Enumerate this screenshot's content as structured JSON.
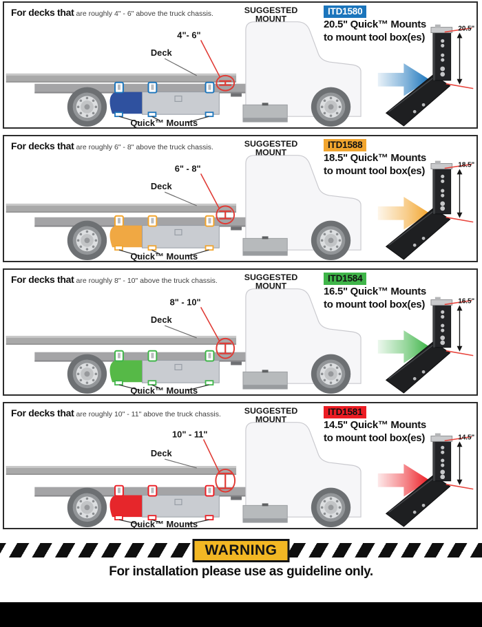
{
  "panels": [
    {
      "id_badge": "ITD1580",
      "header_bold": "For decks that",
      "header_rest": "are roughly 4\" - 6\" above the truck chassis.",
      "range_label": "4\"- 6\"",
      "deck_label": "Deck",
      "quick_mounts_label": "Quick™ Mounts",
      "suggested_mount_line1": "SUGGESTED",
      "suggested_mount_line2": "MOUNT",
      "product_line1": "20.5\" Quick™ Mounts",
      "product_line2": "to mount tool box(es)",
      "mount_height_label": "20.5\"",
      "colors": {
        "accent": "#1b75bc",
        "mount": "#2f519f",
        "badge_text": "#ffffff"
      }
    },
    {
      "id_badge": "ITD1588",
      "header_bold": "For decks that",
      "header_rest": "are roughly 6\" - 8\" above the truck chassis.",
      "range_label": "6\" - 8\"",
      "deck_label": "Deck",
      "quick_mounts_label": "Quick™ Mounts",
      "suggested_mount_line1": "SUGGESTED",
      "suggested_mount_line2": "MOUNT",
      "product_line1": "18.5\" Quick™ Mounts",
      "product_line2": "to mount tool box(es)",
      "mount_height_label": "18.5\"",
      "colors": {
        "accent": "#f2a52e",
        "mount": "#f0a843",
        "badge_text": "#111111"
      }
    },
    {
      "id_badge": "ITD1584",
      "header_bold": "For decks that",
      "header_rest": "are roughly 8\" - 10\" above the truck chassis.",
      "range_label": "8\" - 10\"",
      "deck_label": "Deck",
      "quick_mounts_label": "Quick™ Mounts",
      "suggested_mount_line1": "SUGGESTED",
      "suggested_mount_line2": "MOUNT",
      "product_line1": "16.5\" Quick™ Mounts",
      "product_line2": "to mount tool box(es)",
      "mount_height_label": "16.5\"",
      "colors": {
        "accent": "#3fb549",
        "mount": "#56b947",
        "badge_text": "#111111"
      }
    },
    {
      "id_badge": "ITD1581",
      "header_bold": "For decks that",
      "header_rest": "are roughly 10\" - 11\" above the truck chassis.",
      "range_label": "10\" - 11\"",
      "deck_label": "Deck",
      "quick_mounts_label": "Quick™ Mounts",
      "suggested_mount_line1": "SUGGESTED",
      "suggested_mount_line2": "MOUNT",
      "product_line1": "14.5\" Quick™ Mounts",
      "product_line2": "to mount tool box(es)",
      "mount_height_label": "14.5\"",
      "colors": {
        "accent": "#ec1d24",
        "mount": "#e6262b",
        "badge_text": "#111111"
      }
    }
  ],
  "warning": {
    "badge": "WARNING",
    "badge_bg": "#f2b724",
    "text": "For installation please use as guideline only."
  }
}
